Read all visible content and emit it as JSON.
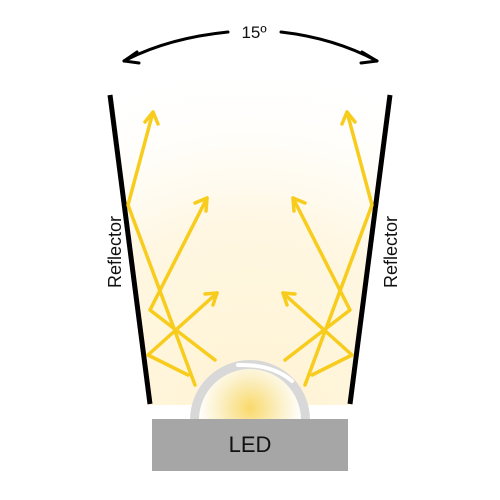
{
  "diagram": {
    "angle_label": "15º",
    "left_reflector_label": "Reflector",
    "right_reflector_label": "Reflector",
    "led_label": "LED"
  },
  "colors": {
    "ray": "#F7CC1C",
    "reflector": "#000000",
    "led_base": "#A6A6A6",
    "led_dome_rim": "#D8D8D8",
    "led_glow_center": "#F9D96B",
    "beam_glow": "#FFF3D2",
    "arc": "#000000"
  },
  "icons": {
    "arc_arrow": "double-headed-curved-arrow",
    "ray_arrow": "arrowhead"
  }
}
